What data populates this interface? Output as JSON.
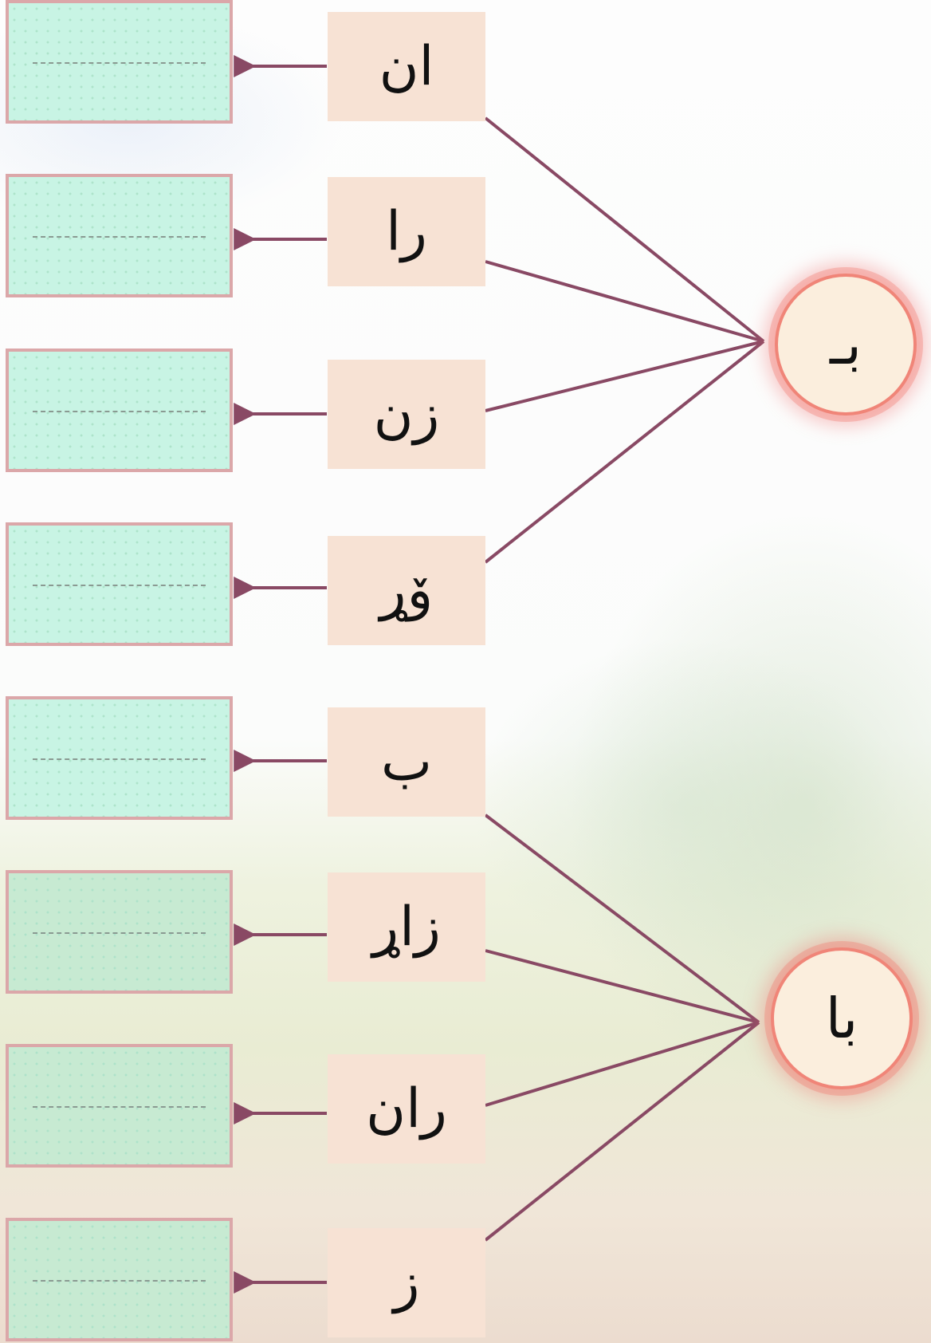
{
  "colors": {
    "connector": "#894964",
    "answer_box_fill": "#c8f4e4",
    "answer_box_border": "#dba7a9",
    "syllable_fill": "#f7e2d4",
    "hub_ring": "#f08578"
  },
  "hubs": [
    {
      "label": "بـ",
      "syllables": [
        "ان",
        "را",
        "زن",
        "ۆړ"
      ]
    },
    {
      "label": "با",
      "syllables": [
        "ب",
        "زاړ",
        "ران",
        "ز"
      ]
    }
  ]
}
